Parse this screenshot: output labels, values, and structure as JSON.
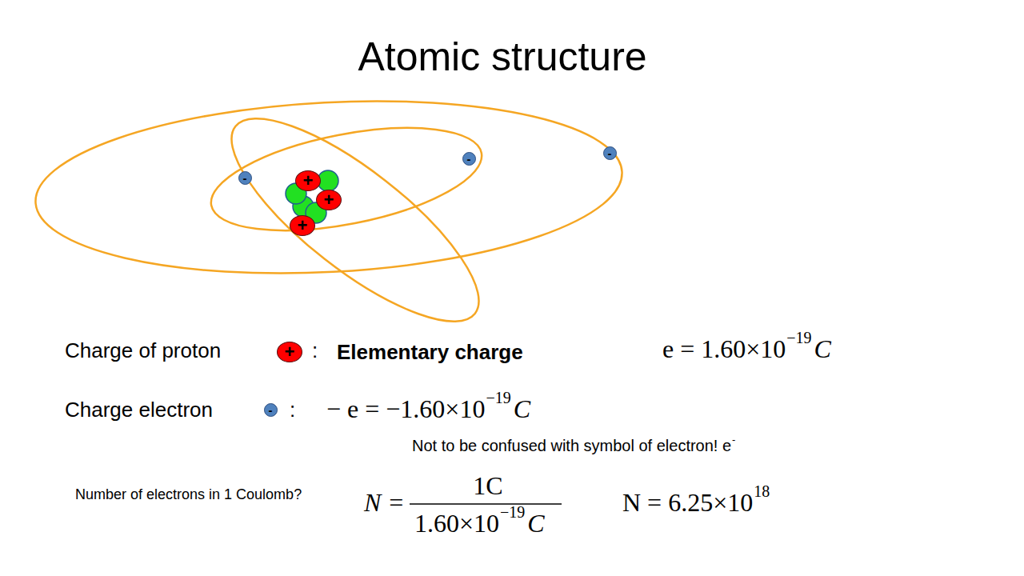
{
  "diagram": {
    "title": "Atomic structure",
    "nodes": [
      {
        "text": [
          "-"
        ]
      },
      {
        "text": [
          "-"
        ]
      },
      {
        "text": [
          "-"
        ]
      },
      {
        "text": [
          "+"
        ]
      },
      {
        "text": [
          "+"
        ]
      },
      {
        "text": [
          "+"
        ]
      },
      {
        "text": [
          "+"
        ]
      },
      {
        "text": [
          "-"
        ]
      }
    ],
    "labels": [
      "Charge of proton",
      ":",
      "Elementary charge",
      "e = 1.60×10",
      "−19",
      "C",
      "Charge electron",
      ":",
      "− e = −1.60×10",
      "−19",
      "C",
      "Not to be confused with symbol of electron! e",
      "-",
      "Number of electrons in 1 Coulomb?",
      "N =",
      "1C",
      "1.60×10",
      "−19",
      "C",
      "N = 6.25×10",
      "18"
    ]
  }
}
